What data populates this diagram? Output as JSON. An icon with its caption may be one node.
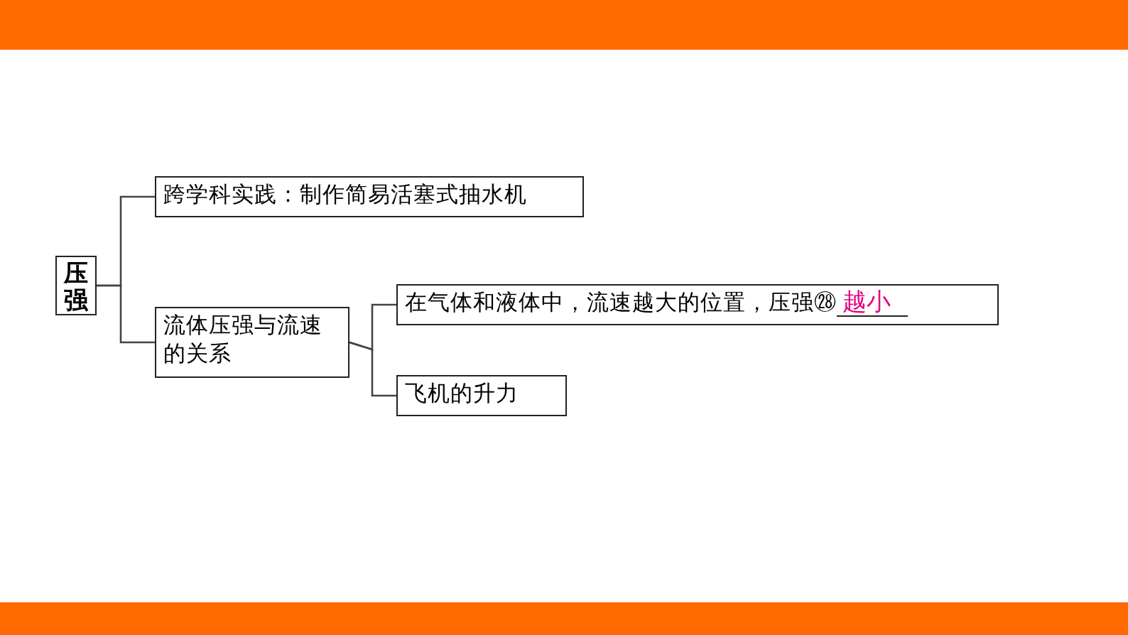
{
  "diagram": {
    "nodes": [
      {
        "text": [
          "压强"
        ]
      },
      {
        "text": [
          "跨学科实践：制作简易活塞式抽水机"
        ]
      },
      {
        "text": [
          "流体压强与流速的关系"
        ]
      },
      {
        "text": [
          "在气体和液体中，流速越大的位置，压强㉘",
          "越小"
        ]
      },
      {
        "text": [
          "飞机的升力"
        ]
      }
    ],
    "edges": [
      {
        "from": 0,
        "to": 1,
        "arrow": "none"
      },
      {
        "from": 0,
        "to": 2,
        "arrow": "none"
      },
      {
        "from": 2,
        "to": 3,
        "arrow": "none"
      },
      {
        "from": 2,
        "to": 4,
        "arrow": "none"
      }
    ]
  }
}
